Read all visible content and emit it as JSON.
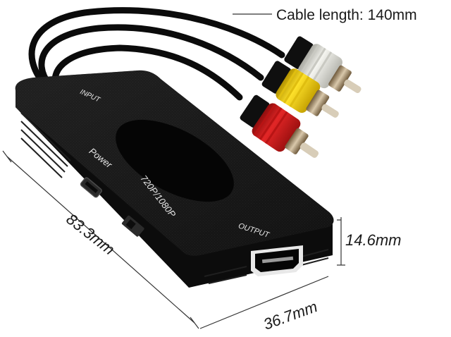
{
  "caption": {
    "cable_length": "Cable length: 140mm"
  },
  "dimensions": {
    "length": "83.3mm",
    "width": "36.7mm",
    "height": "14.6mm"
  },
  "device_labels": {
    "input": "INPUT",
    "output": "OUTPUT",
    "power": "Power",
    "resolution_switch": "720P/1080P"
  },
  "colors": {
    "body": "#111111",
    "rca_red": "#d81c1c",
    "rca_yellow": "#f2d21a",
    "rca_white": "#e6e6e0",
    "connector_metal": "#b9a58a"
  }
}
